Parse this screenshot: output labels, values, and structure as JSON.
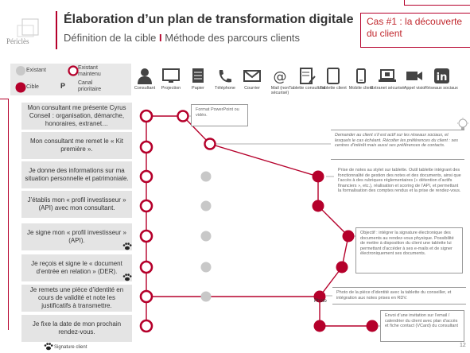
{
  "header": {
    "logo": "Périclès",
    "title": "Élaboration d’un plan de transformation digitale",
    "subtitle_part1": "Définition de la cible",
    "subtitle_sep": "I",
    "subtitle_part2": "Méthode des parcours clients",
    "case_num": "Cas #1",
    "case_text": " : la découverte du client"
  },
  "legend": {
    "existant": "Existant",
    "existant_maintenu": "Existant maintenu",
    "cible": "Cible",
    "canal_prioritaire_letter": "P",
    "canal_prioritaire": "Canal prioritaire"
  },
  "channels": [
    {
      "label": "Consultant",
      "icon": "person-icon"
    },
    {
      "label": "Projection",
      "icon": "monitor-icon"
    },
    {
      "label": "Papier",
      "icon": "paper-icon"
    },
    {
      "label": "Téléphone",
      "icon": "phone-icon"
    },
    {
      "label": "Courrier",
      "icon": "mail-icon"
    },
    {
      "label": "Mail (non sécurisé)",
      "icon": "at-icon"
    },
    {
      "label": "Tablette consultant",
      "icon": "tablet-pen-icon"
    },
    {
      "label": "Tablette client",
      "icon": "tablet-icon"
    },
    {
      "label": "Mobile client",
      "icon": "mobile-icon"
    },
    {
      "label": "Extranet sécurisé",
      "icon": "laptop-icon"
    },
    {
      "label": "Appel visio",
      "icon": "video-icon"
    },
    {
      "label": "Réseaux sociaux",
      "icon": "linkedin-icon"
    }
  ],
  "steps": [
    {
      "text": "Mon consultant me présente Cyrus Conseil : organisation, démarche, honoraires, extranet…",
      "signature": false
    },
    {
      "text": "Mon consultant me remet le « Kit première ».",
      "signature": false
    },
    {
      "text": "Je donne des informations sur ma situation personnelle et patrimoniale.",
      "signature": false
    },
    {
      "text": "J’établis mon « profil investisseur » (API) avec mon consultant.",
      "signature": false
    },
    {
      "text": "Je signe mon « profil investisseur » (API).",
      "signature": true
    },
    {
      "text": "Je reçois et signe le « document d’entrée en relation » (DER).",
      "signature": true
    },
    {
      "text": "Je remets une pièce d’identité en cours de validité et note les justificatifs à transmettre.",
      "signature": false
    },
    {
      "text": "Je fixe la date de mon prochain rendez-vous.",
      "signature": false
    }
  ],
  "notes": {
    "n1": "Format PowerPoint ou vidéo.",
    "n2": "Demander au client s’il est actif sur les réseaux sociaux, et lesquels le cas échéant. Récolter les préférences du client : ses centres d’intérêt mais aussi ses préférences de contacts.",
    "n3": "Prise de notes au stylet sur tablette. Outil tablette intégrant des fonctionnalité de gestion des notes et des documents, ainsi que l’accès à des rubriques réglementaires (« détention d’actifs financiers », etc.), réalisation et scoring de l’API, et permettant la formalisation des comptes rendus et la prise de rendez-vous.",
    "n4": "Objectif : intégrer la signature électronique des documents au rendez-vous physique. Possibilité de mettre à disposition du client une tablette lui permettant d’accéder à ses e-mails et de signer électroniquement ses documents.",
    "n5": "Photo de la pièce d’identité avec la tablette du conseiller, et intégration aux notes prises en RDV.",
    "n6": "Envoi d’une invitation sur l’email / calendrier du client avec plan d’accès et fiche contact (VCard) du consultant"
  },
  "photo_label": "Photo",
  "footer": {
    "signature_label": "Signature client",
    "page": "12"
  },
  "colors": {
    "accent": "#b5002b",
    "existing": "#c8c8c8",
    "box": "#e4e4e4"
  }
}
